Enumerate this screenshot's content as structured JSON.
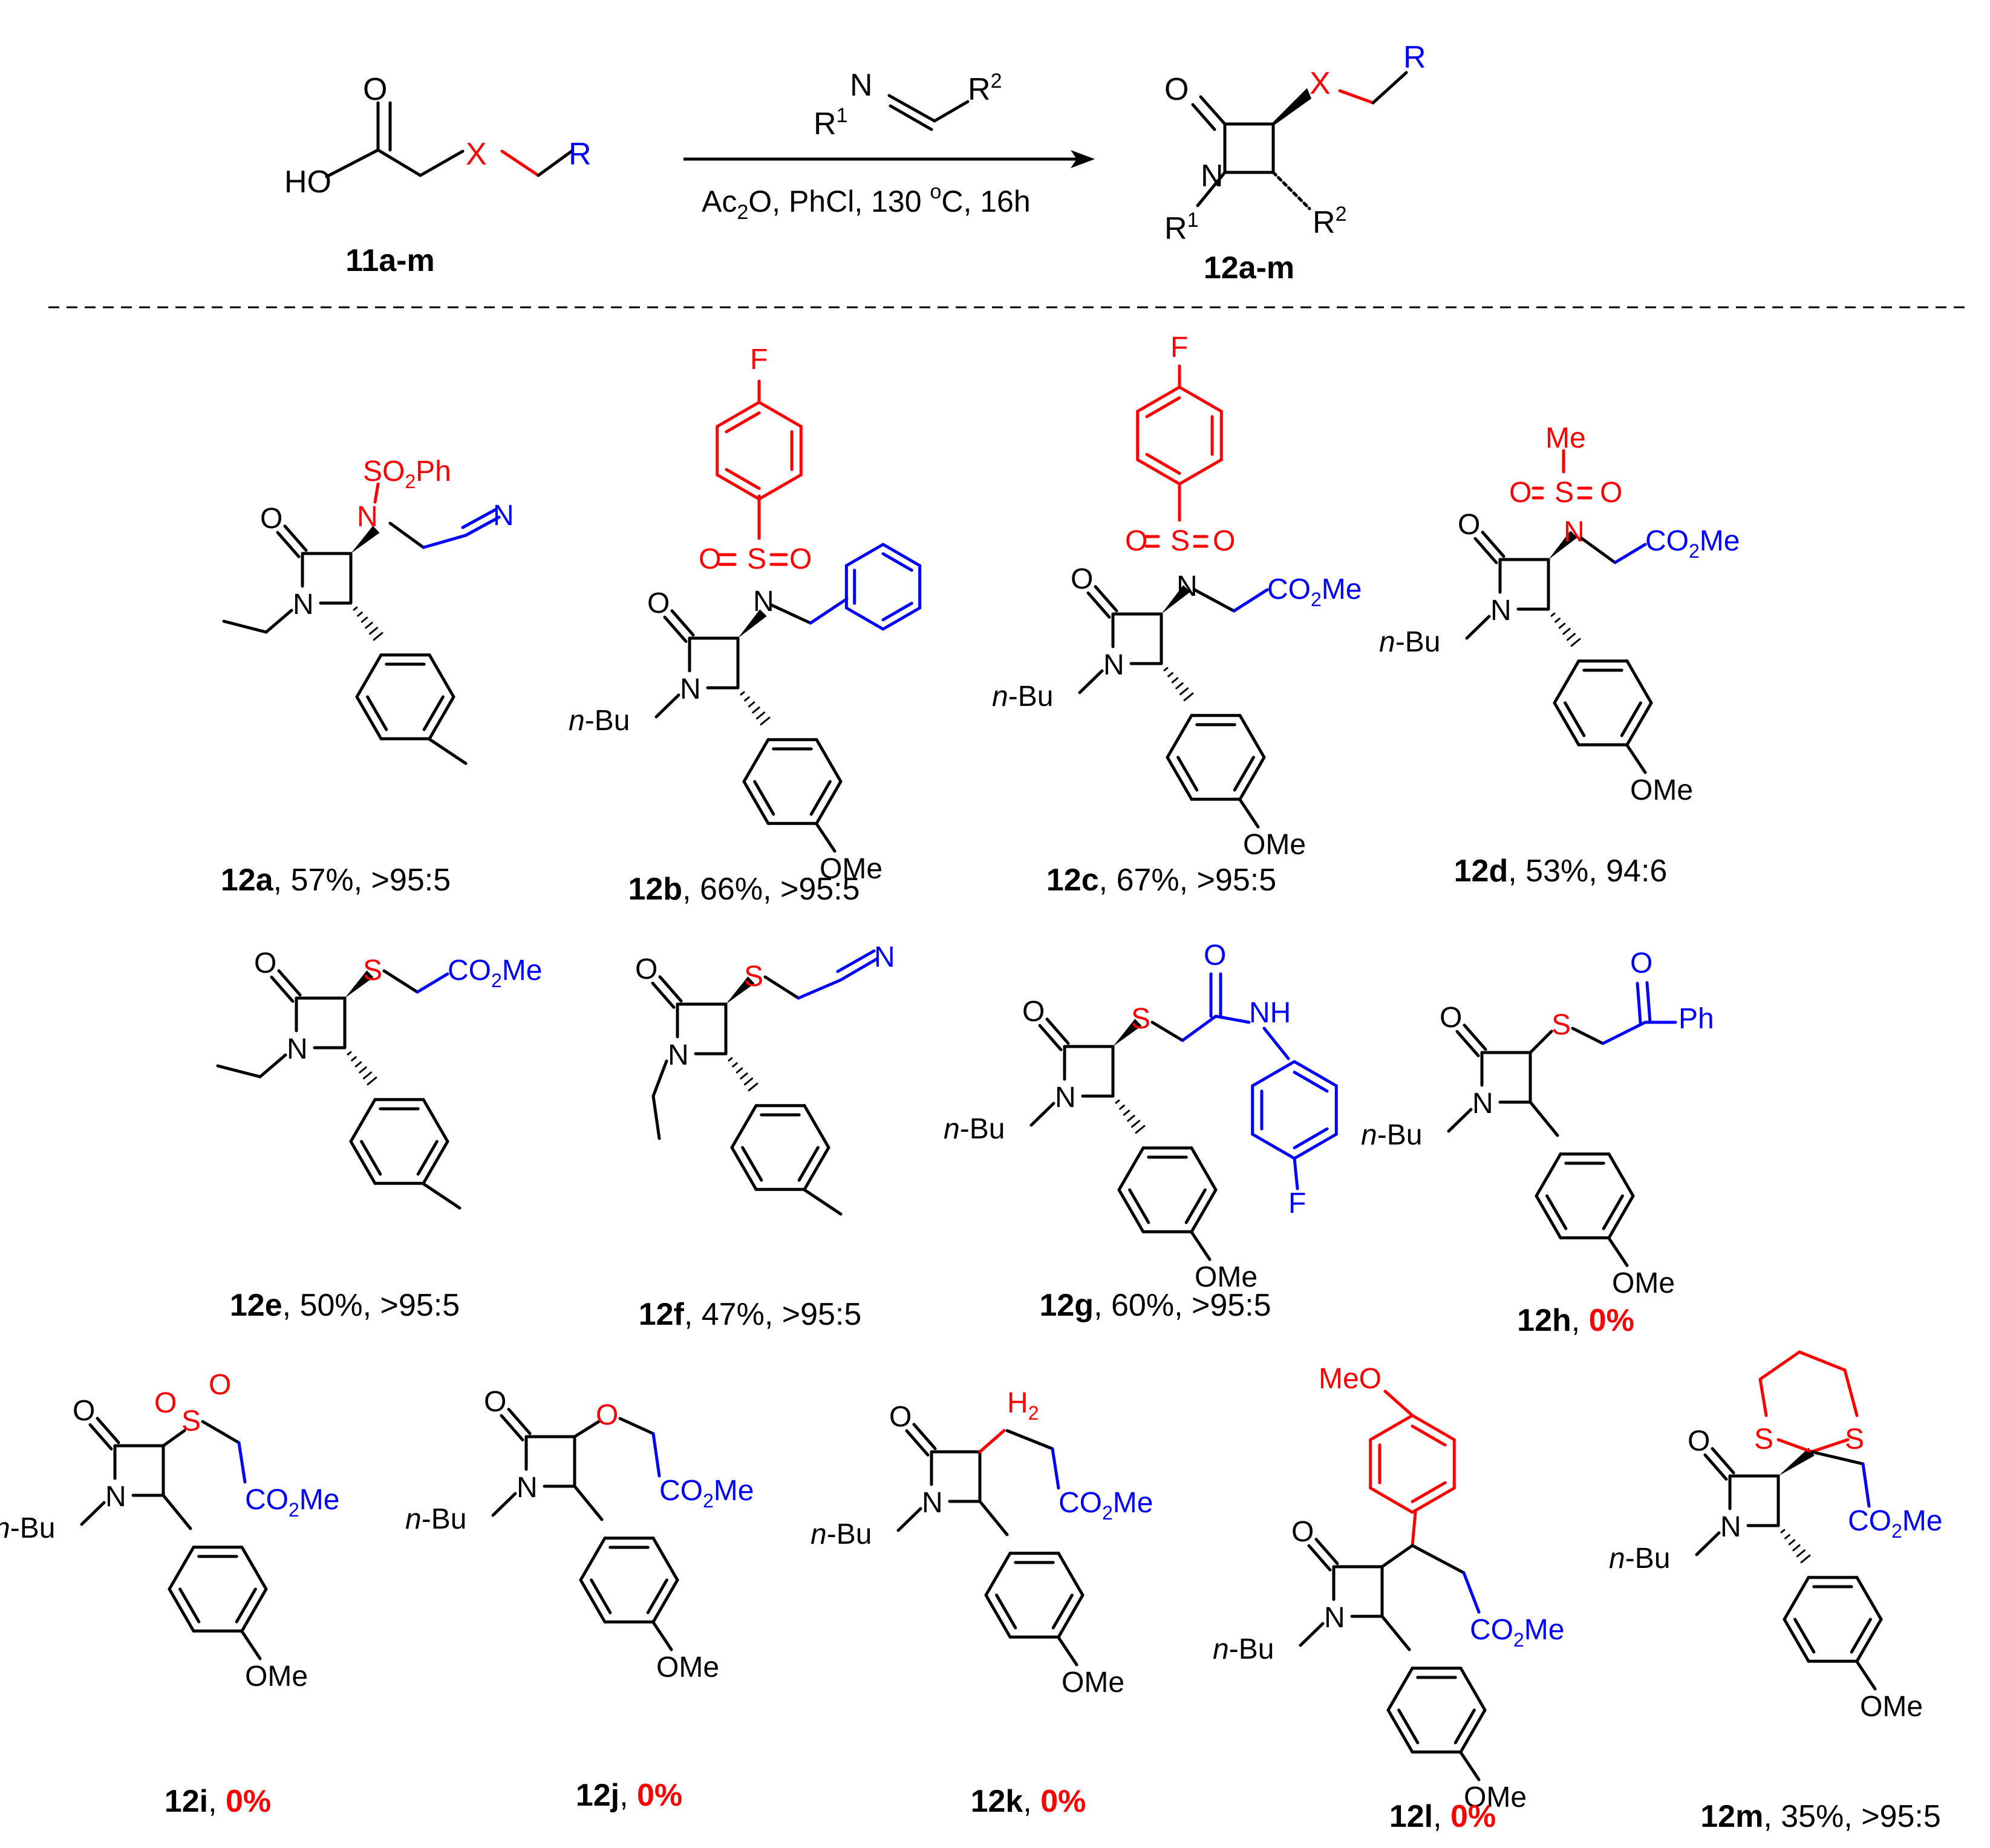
{
  "colors": {
    "bond": "#000000",
    "x_group": "#ff0000",
    "r_group": "#0000ff",
    "zero_yield": "#ff0000"
  },
  "scheme": {
    "reactant_label": "11a-m",
    "product_label": "12a-m",
    "imine_r1": "R",
    "imine_r2": "R",
    "sup1": "1",
    "sup2": "2",
    "atom_n": "N",
    "atom_o": "O",
    "atom_ho": "HO",
    "atom_x": "X",
    "atom_r": "R",
    "cond_ac": "Ac",
    "cond_sub2": "2",
    "cond_mid": "O, PhCl, 130 ",
    "cond_degree": "o",
    "cond_end": "C, 16h"
  },
  "compounds": [
    {
      "id": "12a",
      "yield": "57%",
      "ratio": ">95:5"
    },
    {
      "id": "12b",
      "yield": "66%",
      "ratio": ">95:5"
    },
    {
      "id": "12c",
      "yield": "67%",
      "ratio": ">95:5"
    },
    {
      "id": "12d",
      "yield": "53%",
      "ratio": "94:6"
    },
    {
      "id": "12e",
      "yield": "50%",
      "ratio": ">95:5"
    },
    {
      "id": "12f",
      "yield": "47%",
      "ratio": ">95:5"
    },
    {
      "id": "12g",
      "yield": "60%",
      "ratio": ">95:5"
    },
    {
      "id": "12h",
      "yield": "0%",
      "ratio": ""
    },
    {
      "id": "12i",
      "yield": "0%",
      "ratio": ""
    },
    {
      "id": "12j",
      "yield": "0%",
      "ratio": ""
    },
    {
      "id": "12k",
      "yield": "0%",
      "ratio": ""
    },
    {
      "id": "12l",
      "yield": "0%",
      "ratio": ""
    },
    {
      "id": "12m",
      "yield": "35%",
      "ratio": ">95:5"
    }
  ],
  "atoms": {
    "o": "O",
    "n": "N",
    "s": "S",
    "f": "F",
    "me": "Me",
    "ome": "OMe",
    "meo": "MeO",
    "nbu_italic": "n",
    "nbu_rest": "-Bu",
    "ph": "Ph",
    "nh": "NH",
    "h2": "H",
    "so2ph_a": "SO",
    "so2ph_b": "Ph",
    "co2me_a": "CO",
    "co2me_b": "Me",
    "sub2": "2"
  }
}
